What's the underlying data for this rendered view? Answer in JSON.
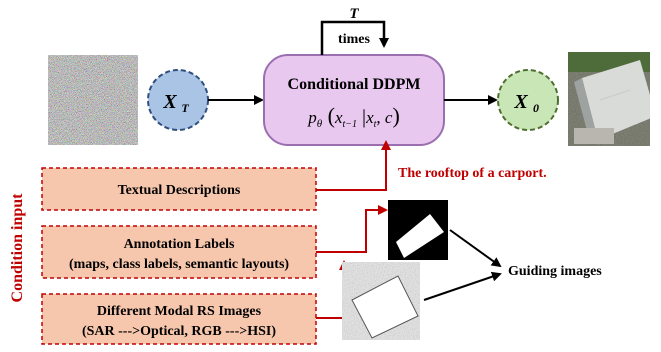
{
  "loop": {
    "label_T": "T",
    "label_times": "times"
  },
  "nodes": {
    "xt": {
      "base": "X",
      "sub": "T",
      "fill": "#a9c4e5"
    },
    "x0": {
      "base": "X",
      "sub": "0",
      "fill": "#c9e6b7"
    }
  },
  "ddpm": {
    "title": "Conditional DDPM",
    "formula": {
      "p": "p",
      "theta": "θ",
      "x1": "x",
      "sub1": "t−1",
      "x2": "x",
      "sub2": "t",
      "c": "c"
    },
    "fill": "#e8c8ef",
    "stroke": "#9a6fb0"
  },
  "caption": "The rooftop of a carport.",
  "condition_side_label": "Condition input",
  "conditions": [
    {
      "line1": "Textual Descriptions"
    },
    {
      "line1": "Annotation Labels",
      "line2": "(maps, class labels, semantic layouts)"
    },
    {
      "line1": "Different Modal RS Images",
      "line2": "(SAR --->Optical, RGB --->HSI)"
    }
  ],
  "guiding_images_label": "Guiding images",
  "colors": {
    "condition_fill": "#f7c7ad",
    "condition_stroke": "#c00000",
    "arrow_red": "#c00000",
    "text_red": "#c00000"
  }
}
